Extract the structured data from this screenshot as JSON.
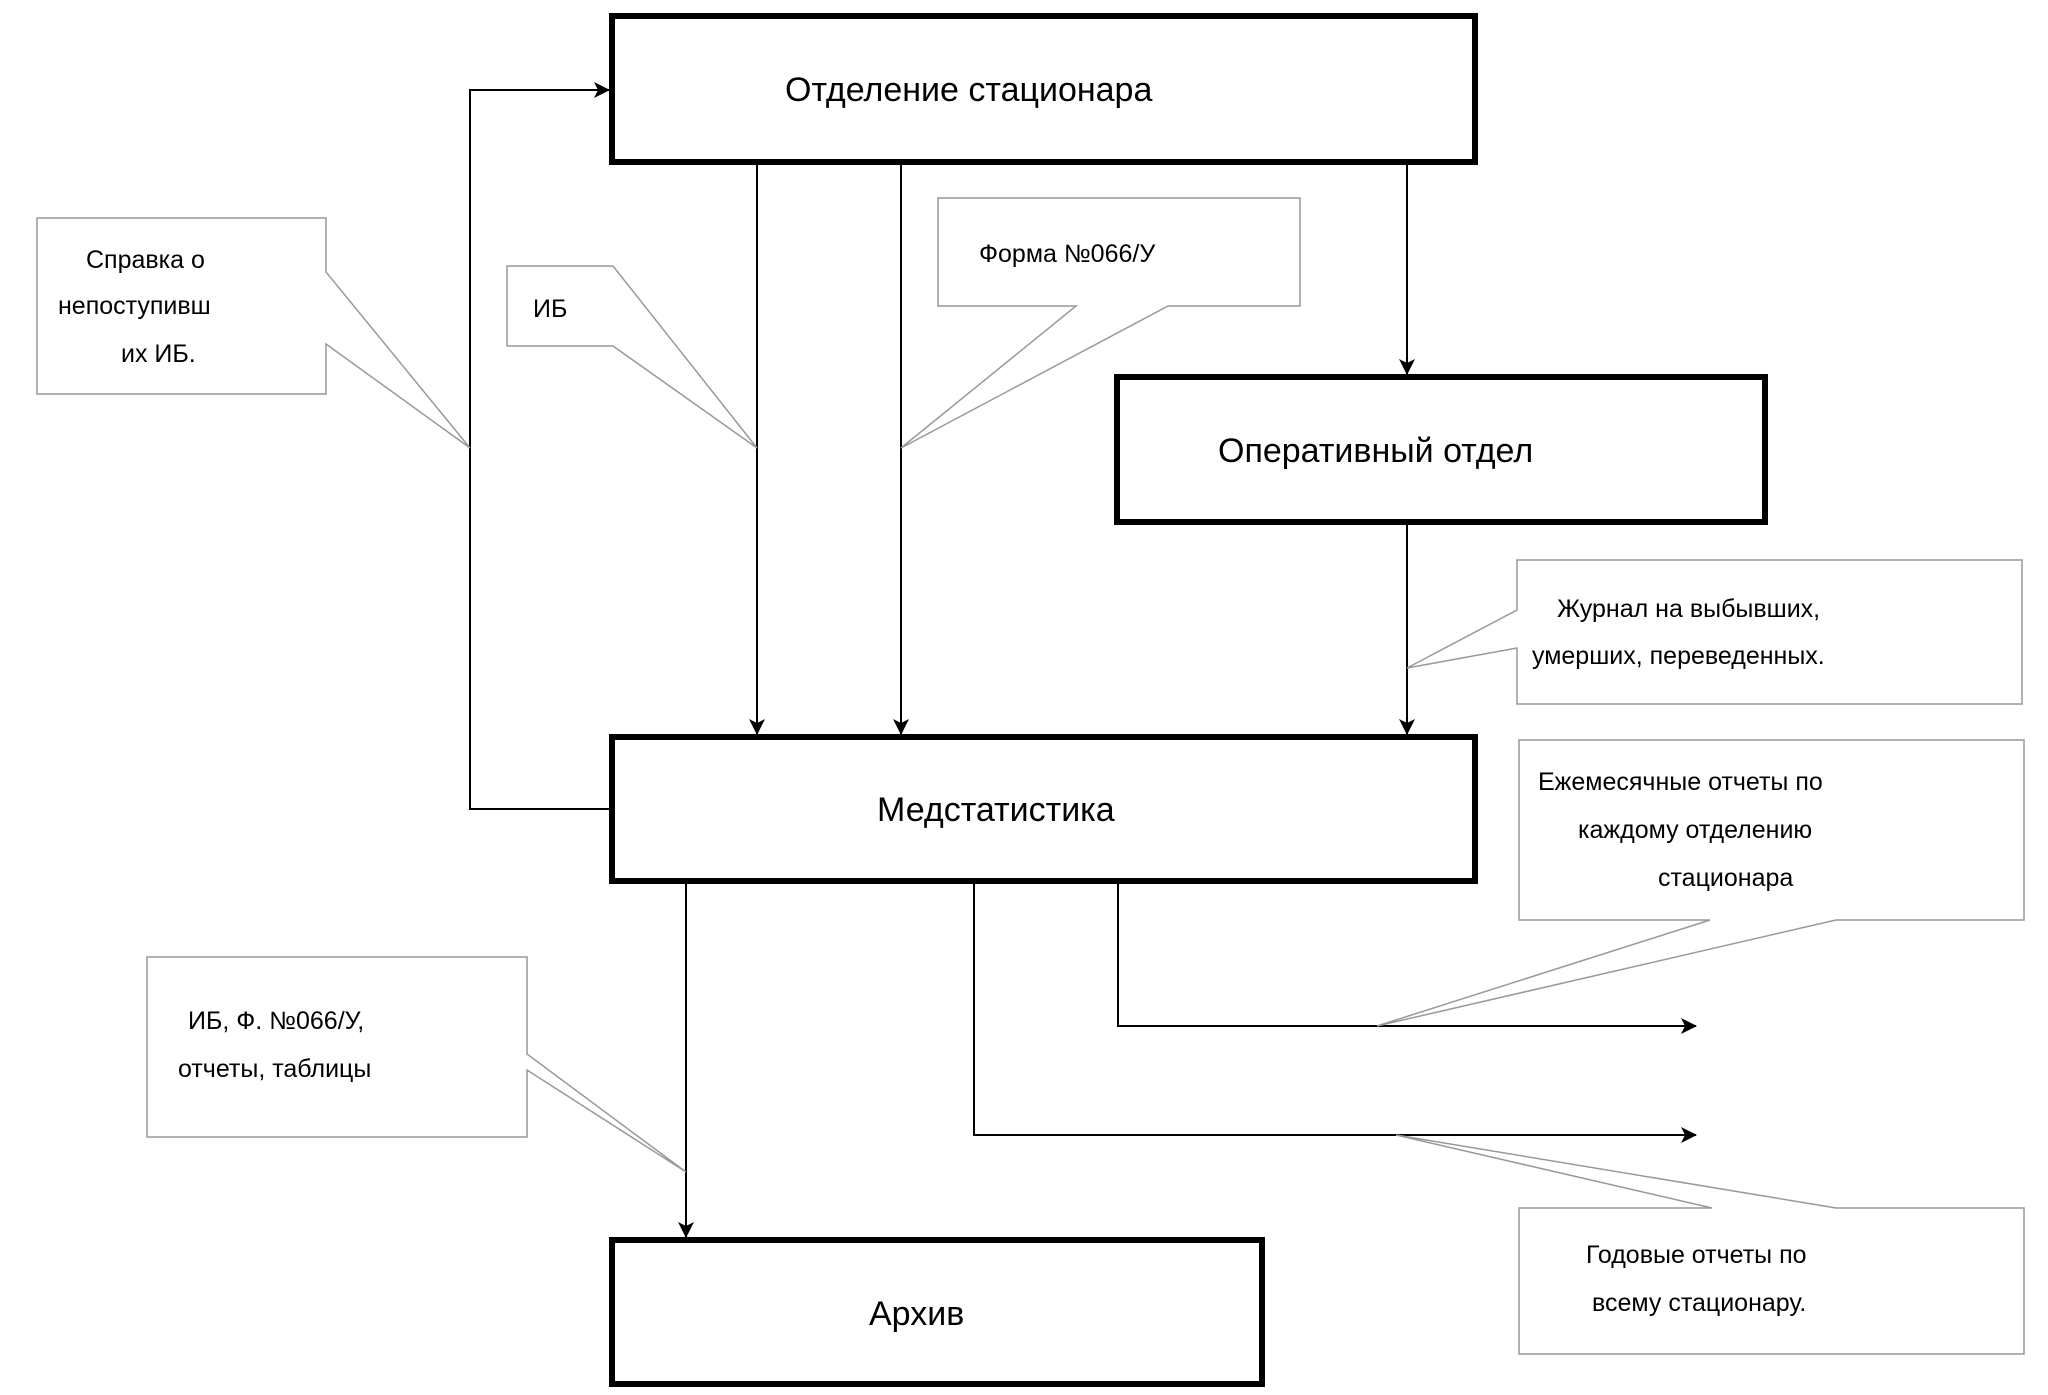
{
  "boxes": {
    "department": "Отделение стационара",
    "operative": "Оперативный отдел",
    "medstat": "Медстатистика",
    "archive": "Архив"
  },
  "callouts": {
    "spravka": [
      "Справка о",
      "непоступивш",
      "их ИБ."
    ],
    "ib": [
      "ИБ"
    ],
    "form066": [
      "Форма №066/У"
    ],
    "journal": [
      "Журнал на выбывших,",
      "умерших, переведенных."
    ],
    "monthly": [
      "Ежемесячные отчеты по",
      "каждому отделению",
      "стационара"
    ],
    "archive_docs": [
      "ИБ, Ф. №066/У,",
      "отчеты, таблицы"
    ],
    "annual": [
      "Годовые отчеты по",
      "всему стационару."
    ]
  }
}
